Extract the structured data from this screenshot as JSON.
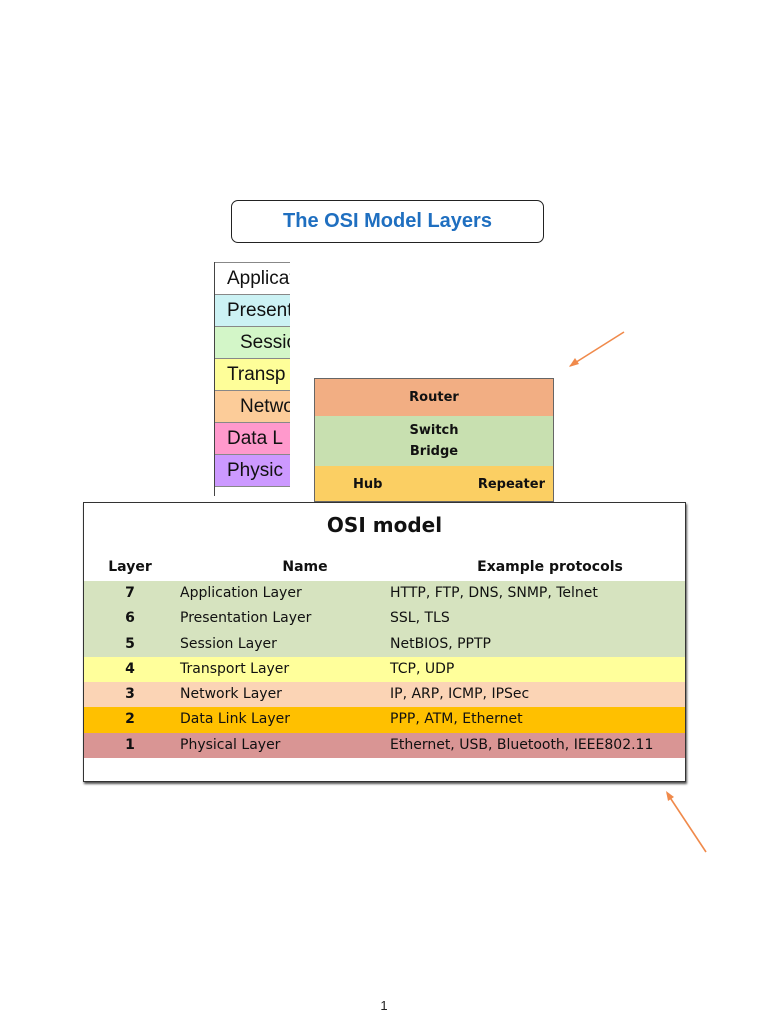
{
  "diagram_title": "The OSI Model Layers",
  "stack_layers": [
    {
      "label": "Applicat",
      "color": "#ffffff"
    },
    {
      "label": "Presenta",
      "color": "#ccf2f4"
    },
    {
      "label": "Sessio",
      "color": "#d3f6c8"
    },
    {
      "label": "Transp",
      "color": "#fefe99"
    },
    {
      "label": "Netwo",
      "color": "#fccc99"
    },
    {
      "label": "Data L",
      "color": "#ff99cc"
    },
    {
      "label": "Physic",
      "color": "#cc99ff"
    }
  ],
  "devices": {
    "router": "Router",
    "switch": "Switch",
    "bridge": "Bridge",
    "hub": "Hub",
    "repeater": "Repeater"
  },
  "osi_table": {
    "title": "OSI model",
    "headers": {
      "layer": "Layer",
      "name": "Name",
      "protocols": "Example protocols"
    },
    "rows": [
      {
        "layer": "7",
        "name": "Application Layer",
        "protocols": "HTTP, FTP, DNS, SNMP, Telnet",
        "color": "#d6e3bf"
      },
      {
        "layer": "6",
        "name": "Presentation Layer",
        "protocols": "SSL, TLS",
        "color": "#d6e3bf"
      },
      {
        "layer": "5",
        "name": "Session Layer",
        "protocols": "NetBIOS, PPTP",
        "color": "#d6e3bf"
      },
      {
        "layer": "4",
        "name": "Transport Layer",
        "protocols": "TCP, UDP",
        "color": "#ffff9b"
      },
      {
        "layer": "3",
        "name": "Network Layer",
        "protocols": "IP, ARP, ICMP, IPSec",
        "color": "#fbd4b5"
      },
      {
        "layer": "2",
        "name": "Data Link Layer",
        "protocols": "PPP, ATM, Ethernet",
        "color": "#ffc000"
      },
      {
        "layer": "1",
        "name": "Physical Layer",
        "protocols": "Ethernet, USB, Bluetooth, IEEE802.11",
        "color": "#d99594"
      }
    ]
  },
  "arrow_color": "#f08a4b",
  "page_number": "1"
}
